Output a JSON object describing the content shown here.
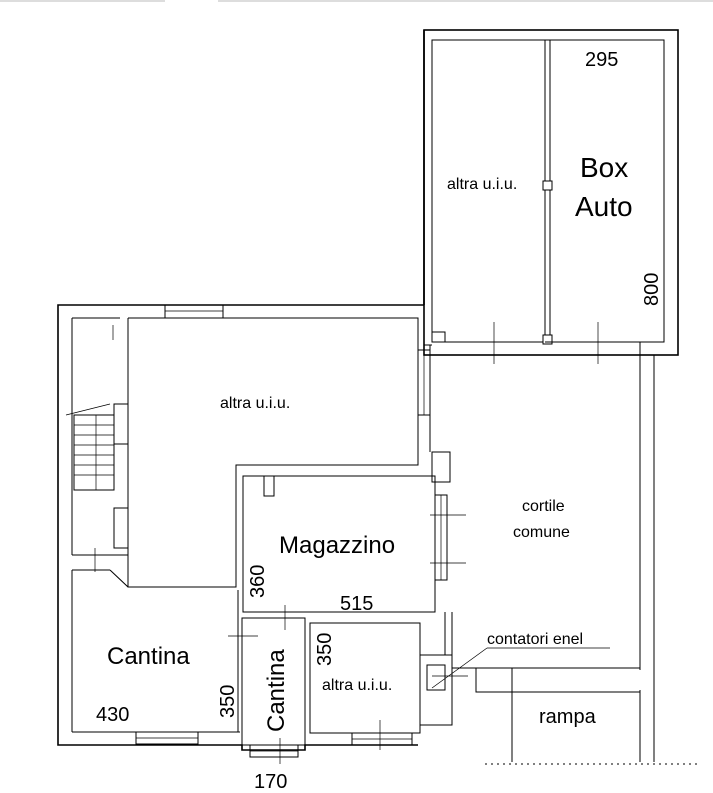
{
  "rooms": {
    "altra_uiu_garage": "altra u.i.u.",
    "box_auto_line1": "Box",
    "box_auto_line2": "Auto",
    "altra_uiu_upper": "altra u.i.u.",
    "magazzino": "Magazzino",
    "cortile_line1": "cortile",
    "cortile_line2": "comune",
    "cantina_left": "Cantina",
    "cantina_center": "Cantina",
    "altra_uiu_lower": "altra u.i.u.",
    "rampa": "rampa",
    "contatori": "contatori enel"
  },
  "dimensions": {
    "box_width": "295",
    "box_depth": "800",
    "magazzino_width": "515",
    "magazzino_depth": "360",
    "cantina_left_width": "430",
    "cantina_left_depth": "350",
    "cantina_center_width": "170",
    "lower_uiu_depth": "350"
  }
}
